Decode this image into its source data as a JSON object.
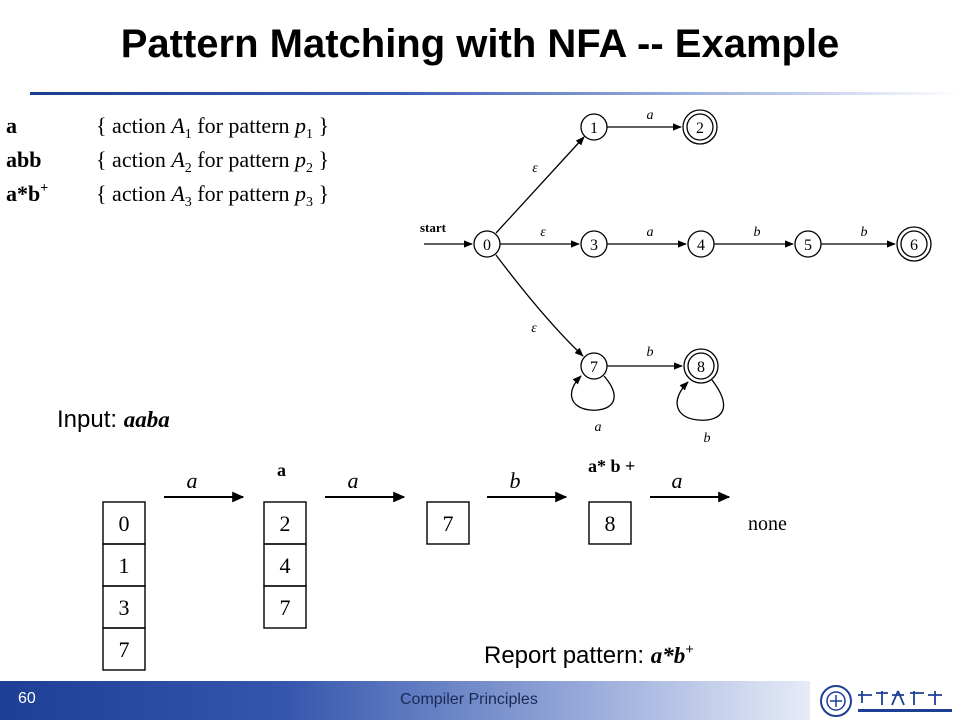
{
  "slide": {
    "title": "Pattern Matching with NFA -- Example",
    "slide_number": "60",
    "course": "Compiler Principles"
  },
  "patterns": [
    {
      "regex_base": "a",
      "regex_sup": "",
      "action_prefix": "{ action ",
      "action_var": "A",
      "action_sub": "1",
      "for_text": " for pattern ",
      "pattern_var": "p",
      "pattern_sub": "1",
      "close": " }"
    },
    {
      "regex_base": "abb",
      "regex_sup": "",
      "action_prefix": "{ action ",
      "action_var": "A",
      "action_sub": "2",
      "for_text": " for pattern ",
      "pattern_var": "p",
      "pattern_sub": "2",
      "close": " }"
    },
    {
      "regex_base": "a*b",
      "regex_sup": "+",
      "action_prefix": "{ action ",
      "action_var": "A",
      "action_sub": "3",
      "for_text": " for pattern ",
      "pattern_var": "p",
      "pattern_sub": "3",
      "close": " }"
    }
  ],
  "nfa": {
    "start_label": "start",
    "states": [
      "0",
      "1",
      "2",
      "3",
      "4",
      "5",
      "6",
      "7",
      "8"
    ],
    "accepting_states": [
      "2",
      "6",
      "8"
    ],
    "transitions": [
      {
        "from": "0",
        "to": "1",
        "label": "ε"
      },
      {
        "from": "0",
        "to": "3",
        "label": "ε"
      },
      {
        "from": "0",
        "to": "7",
        "label": "ε"
      },
      {
        "from": "1",
        "to": "2",
        "label": "a"
      },
      {
        "from": "3",
        "to": "4",
        "label": "a"
      },
      {
        "from": "4",
        "to": "5",
        "label": "b"
      },
      {
        "from": "5",
        "to": "6",
        "label": "b"
      },
      {
        "from": "7",
        "to": "8",
        "label": "b"
      },
      {
        "from": "7",
        "to": "7",
        "label": "a"
      },
      {
        "from": "8",
        "to": "8",
        "label": "b"
      }
    ]
  },
  "input": {
    "label": "Input: ",
    "value": "aaba"
  },
  "simulation": {
    "sets": [
      {
        "states": [
          "0",
          "1",
          "3",
          "7"
        ],
        "match_label": ""
      },
      {
        "states": [
          "2",
          "4",
          "7"
        ],
        "match_label": "a"
      },
      {
        "states": [
          "7"
        ],
        "match_label": ""
      },
      {
        "states": [
          "8"
        ],
        "match_label": "a* b +"
      }
    ],
    "steps": [
      "a",
      "a",
      "b",
      "a"
    ],
    "end_label": "none"
  },
  "report": {
    "label": "Report pattern: ",
    "value_base": "a*b",
    "value_sup": "+"
  }
}
